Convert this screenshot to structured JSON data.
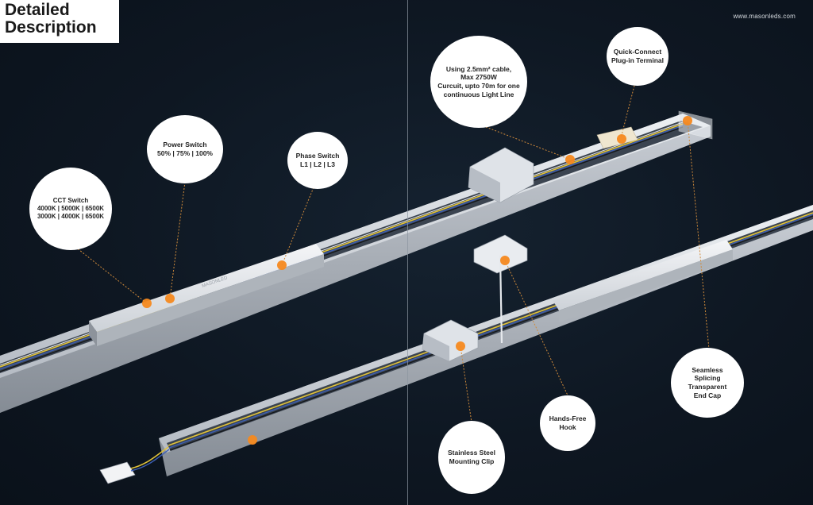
{
  "header": {
    "title_line1": "Detailed",
    "title_line2": "Description",
    "website": "www.masonleds.com"
  },
  "product": {
    "brand_mark": "MASONLED"
  },
  "callouts": {
    "cct_switch": "CCT Switch\n4000K | 5000K | 6500K\n3000K | 4000K | 6500K",
    "power_switch": "Power Switch\n50% | 75% | 100%",
    "phase_switch": "Phase Switch\nL1 | L2 | L3",
    "cable_spec": "Using 2.5mm² cable,\nMax 2750W\nCurcuit, upto 70m for one\ncontinuous Light Line",
    "quick_connect": "Quick-Connect\nPlug-in Terminal",
    "seamless_endcap": "Seamless\nSplicing\nTransparent\nEnd Cap",
    "hands_free_hook": "Hands-Free\nHook",
    "mounting_clip": "Stainless Steel\nMounting Clip"
  },
  "colors": {
    "background": "#0e1722",
    "accent_dot": "#f5891f",
    "callout_bg": "#ffffff",
    "rail": "#d9dde2"
  }
}
